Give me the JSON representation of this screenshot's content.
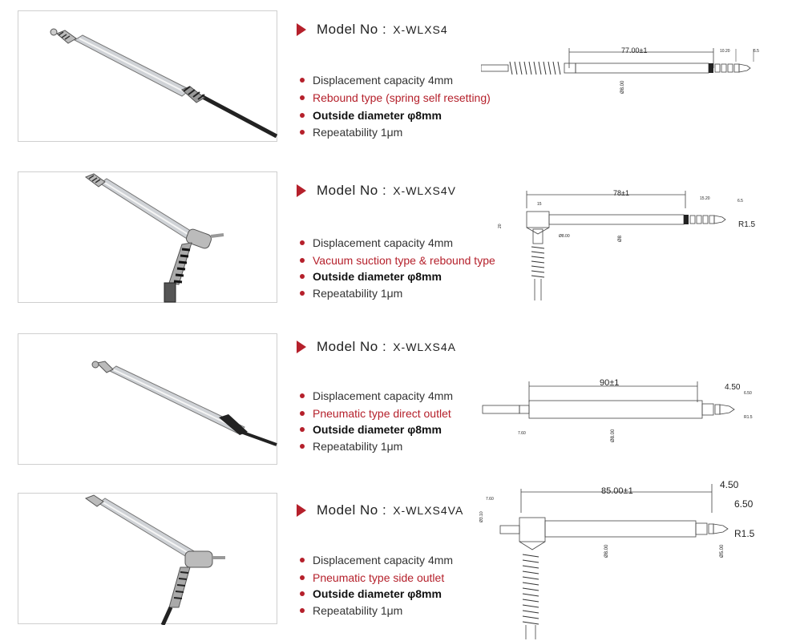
{
  "products": [
    {
      "title_label": "Model No :",
      "model": "X-WLXS4",
      "specs": [
        {
          "text": "Displacement capacity 4mm",
          "style": "plain"
        },
        {
          "text": "Rebound type  (spring self resetting)",
          "style": "red"
        },
        {
          "text": "Outside diameter φ8mm",
          "style": "bold"
        },
        {
          "text": "Repeatability 1μm",
          "style": "plain"
        }
      ],
      "drawing": {
        "length": "77.00±1",
        "dim_a": "10.20",
        "dim_b": "6.5",
        "dia": "Ø8.00"
      }
    },
    {
      "title_label": "Model No :",
      "model": "X-WLXS4V",
      "specs": [
        {
          "text": "Displacement capacity 4mm",
          "style": "plain"
        },
        {
          "text": "Vacuum suction type & rebound type",
          "style": "red"
        },
        {
          "text": "Outside diameter φ8mm",
          "style": "bold"
        },
        {
          "text": "Repeatability 1μm",
          "style": "plain"
        }
      ],
      "drawing": {
        "length": "78±1",
        "dim_a": "15.20",
        "dim_b": "6.5",
        "dim_c": "15",
        "dim_d": "20",
        "dia": "Ø8.00",
        "dia2": "Ø8",
        "radius": "R1.5"
      }
    },
    {
      "title_label": "Model No :",
      "model": "X-WLXS4A",
      "specs": [
        {
          "text": "Displacement capacity 4mm",
          "style": "plain"
        },
        {
          "text": "Pneumatic type direct outlet",
          "style": "red"
        },
        {
          "text": "Outside diameter φ8mm",
          "style": "bold"
        },
        {
          "text": "Repeatability 1μm",
          "style": "plain"
        }
      ],
      "drawing": {
        "length": "90±1",
        "dim_a": "4.50",
        "dim_b": "6.50",
        "dim_e": "7.60",
        "dia": "Ø8.00",
        "radius": "R1.5"
      }
    },
    {
      "title_label": "Model No :",
      "model": "X-WLXS4VA",
      "specs": [
        {
          "text": "Displacement capacity 4mm",
          "style": "plain"
        },
        {
          "text": "Pneumatic type side outlet",
          "style": "red"
        },
        {
          "text": "Outside diameter φ8mm",
          "style": "bold"
        },
        {
          "text": "Repeatability 1μm",
          "style": "plain"
        }
      ],
      "drawing": {
        "length": "85.00±1",
        "dim_a": "4.50",
        "dim_b": "6.50",
        "dim_e": "7.60",
        "dim_f": "Ø3.10",
        "dia": "Ø8.00",
        "dia2": "Ø5.00",
        "radius": "R1.5"
      }
    }
  ],
  "colors": {
    "accent": "#b5202b",
    "text": "#333333",
    "border": "#cfcfcf"
  }
}
